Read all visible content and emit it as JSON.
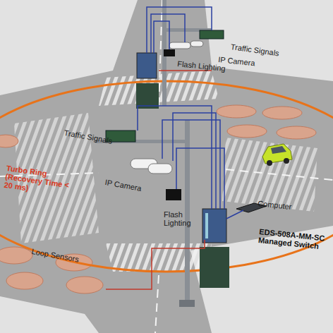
{
  "diagram": {
    "labels": [
      "Traffic Signals",
      "IP Camera",
      "Flash Lighting",
      "Traffic Signals",
      "Turbo Ring (Recovery Time < 20 ms)",
      "IP Camera",
      "Flash Lighting",
      "Computer",
      "EDS-508A-MM-SC Managed Switch",
      "Loop Sensors"
    ]
  }
}
